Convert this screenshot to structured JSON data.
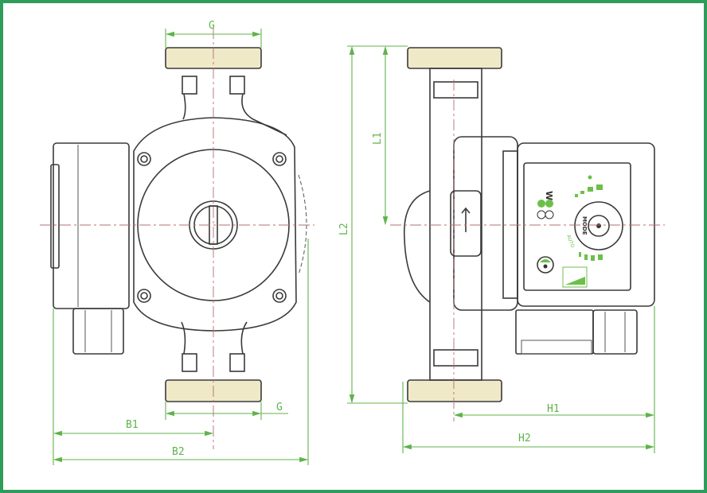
{
  "title": "Circulation pump dimensional drawing",
  "colors": {
    "frame": "#2e9c5a",
    "dimension": "#5fb34a",
    "outline": "#3a3a3a",
    "centerline": "#b07070"
  },
  "dimensions": {
    "g_top": "G",
    "g_bottom": "G",
    "b1": "B1",
    "b2": "B2",
    "l1": "L1",
    "l2": "L2",
    "h1": "H1",
    "h2": "H2"
  },
  "panel": {
    "w_label": "W",
    "mode_label": "MODE",
    "auto_label": "AUTO"
  }
}
